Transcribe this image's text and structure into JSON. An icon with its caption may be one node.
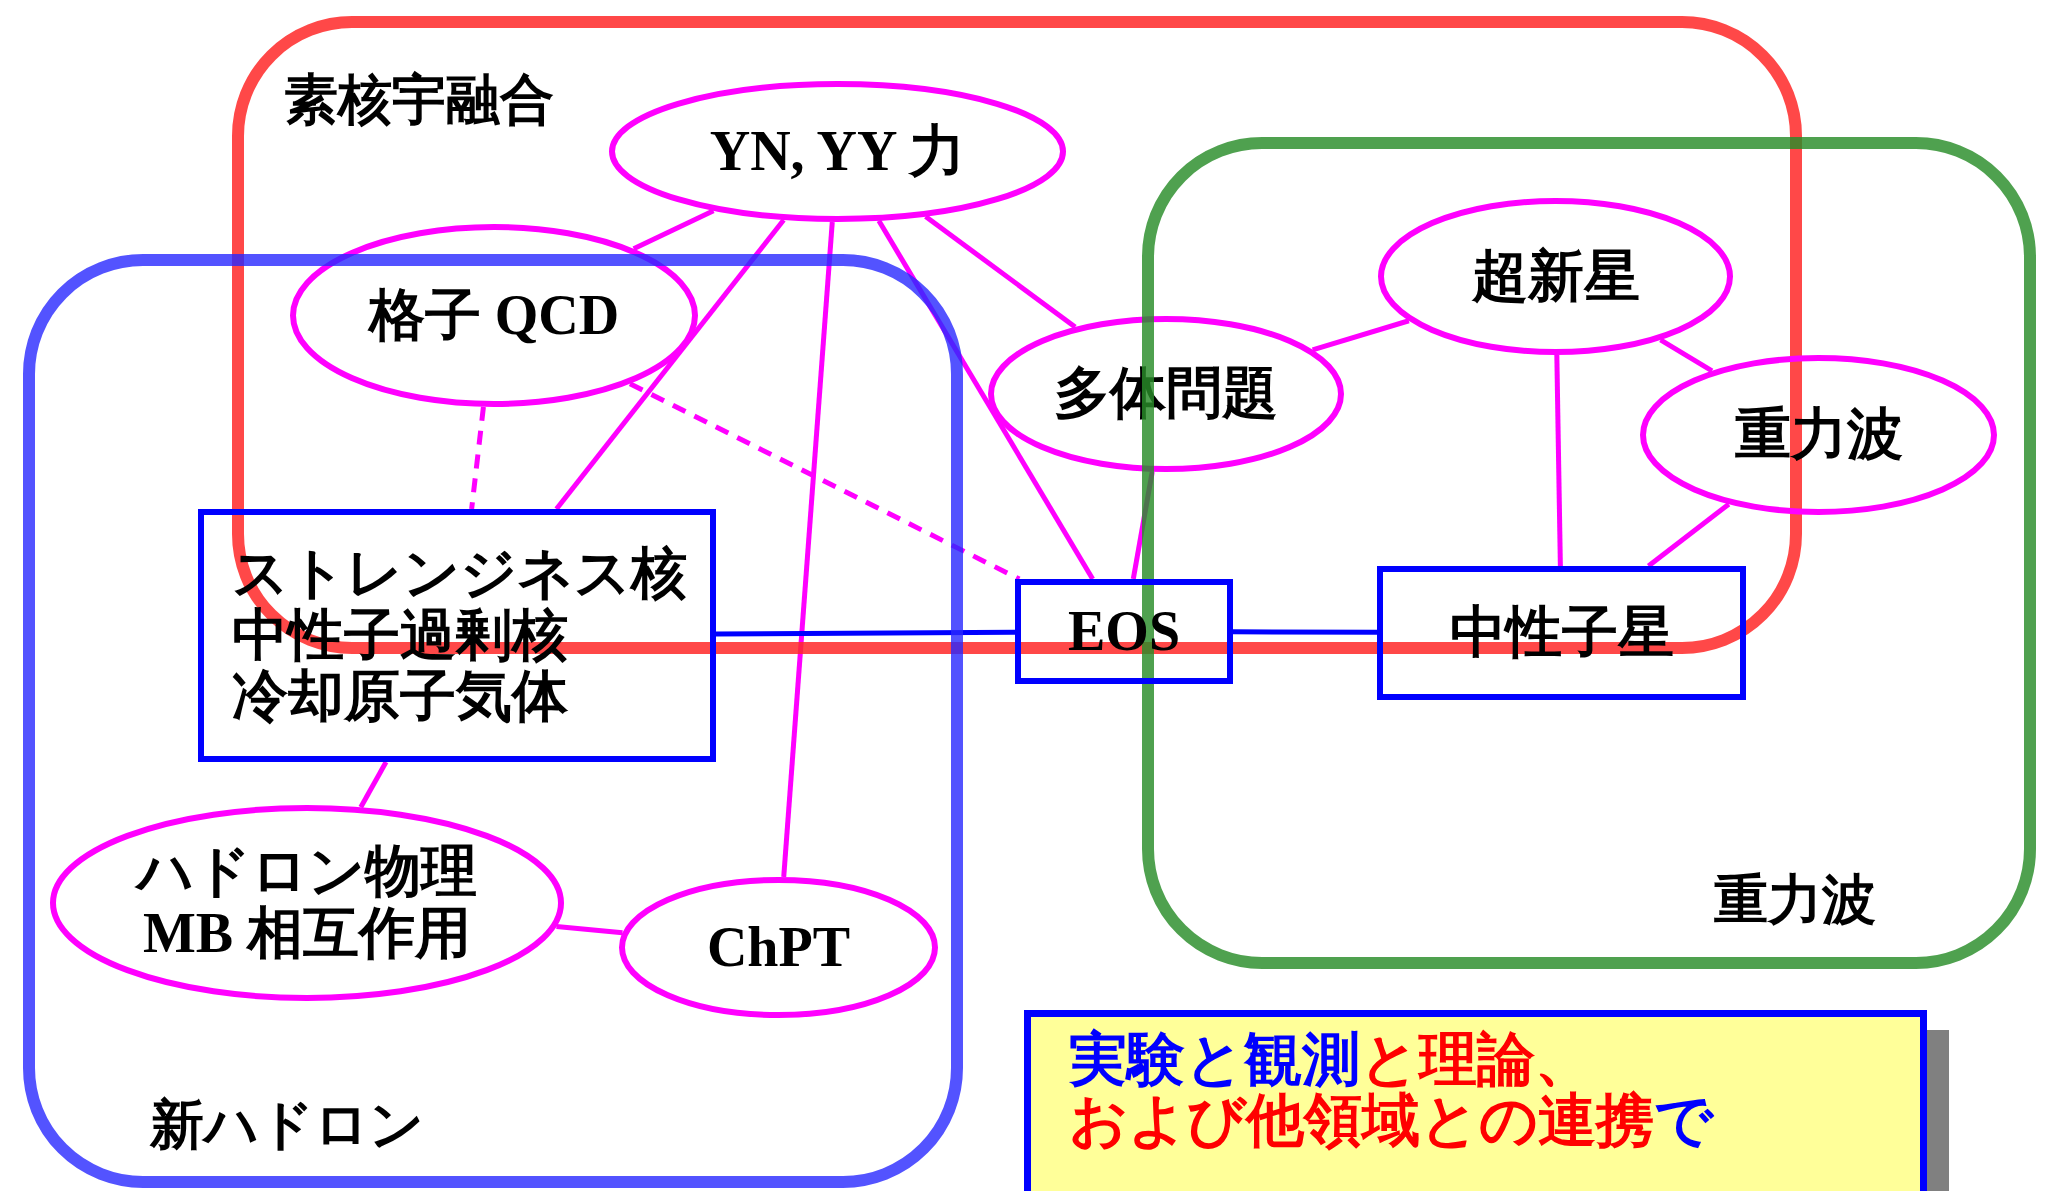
{
  "diagram": {
    "nodes": [
      {
        "text": [
          "素核宇融合"
        ]
      },
      {
        "text": [
          "YN, YY 力"
        ],
        "in": 0
      },
      {
        "text": [
          "重力波"
        ]
      },
      {
        "text": [
          "超新星"
        ]
      },
      {
        "text": [
          "新ハドロン"
        ]
      },
      {
        "text": [
          "格子 QCD"
        ],
        "in": 0
      },
      {
        "text": [
          "多体問題"
        ],
        "in": 0
      },
      {
        "text": [
          "重力波"
        ],
        "in": 2
      },
      {
        "text": [
          "ストレンジネス核",
          "中性子過剰核",
          "冷却原子気体"
        ],
        "in": 4
      },
      {
        "text": [
          "EOS"
        ]
      },
      {
        "text": [
          "中性子星"
        ],
        "in": 2
      },
      {
        "text": [
          "ハドロン物理",
          "MB 相互作用"
        ],
        "in": 4
      },
      {
        "text": [
          "ChPT"
        ],
        "in": 4
      },
      {
        "text": [
          "実験と観測",
          "と理論、",
          "および他領域との連携",
          "で"
        ]
      }
    ],
    "edges": [
      {
        "from": 1,
        "to": 5,
        "arrow": "none"
      },
      {
        "from": 1,
        "to": 8,
        "arrow": "none"
      },
      {
        "from": 1,
        "to": 12,
        "arrow": "none"
      },
      {
        "from": 1,
        "to": 9,
        "arrow": "none"
      },
      {
        "from": 1,
        "to": 6,
        "arrow": "none"
      },
      {
        "from": 5,
        "to": 8,
        "arrow": "none",
        "style": "dashed"
      },
      {
        "from": 5,
        "to": 9,
        "arrow": "none",
        "style": "dashed"
      },
      {
        "from": 8,
        "to": 9,
        "arrow": "none",
        "color": "#0000ff"
      },
      {
        "from": 8,
        "to": 11,
        "arrow": "none"
      },
      {
        "from": 11,
        "to": 12,
        "arrow": "none"
      },
      {
        "from": 6,
        "to": 9,
        "arrow": "none"
      },
      {
        "from": 6,
        "to": 3,
        "arrow": "none"
      },
      {
        "from": 3,
        "to": 7,
        "arrow": "none"
      },
      {
        "from": 3,
        "to": 10,
        "arrow": "none"
      },
      {
        "from": 7,
        "to": 10,
        "arrow": "none"
      },
      {
        "from": 9,
        "to": 10,
        "arrow": "none",
        "color": "#0000ff"
      }
    ]
  }
}
